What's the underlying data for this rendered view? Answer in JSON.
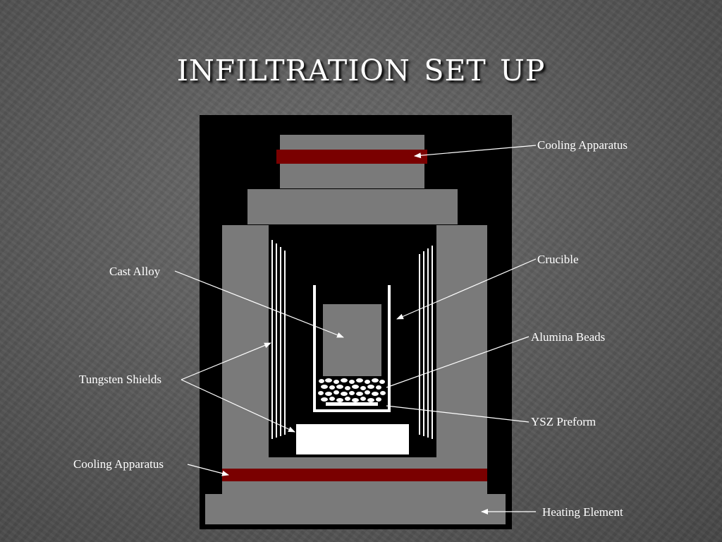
{
  "slide": {
    "title": "Infiltration Set Up"
  },
  "colors": {
    "background": "#5c5c5c",
    "chamber": "#000000",
    "component": "#7a7a7a",
    "cooling": "#7a0000",
    "white": "#ffffff"
  },
  "labels": {
    "cooling_top": "Cooling Apparatus",
    "crucible": "Crucible",
    "cast_alloy": "Cast Alloy",
    "alumina_beads": "Alumina Beads",
    "tungsten_shields": "Tungsten Shields",
    "ysz_preform": "YSZ Preform",
    "cooling_bottom": "Cooling Apparatus",
    "heating_element": "Heating Element"
  }
}
